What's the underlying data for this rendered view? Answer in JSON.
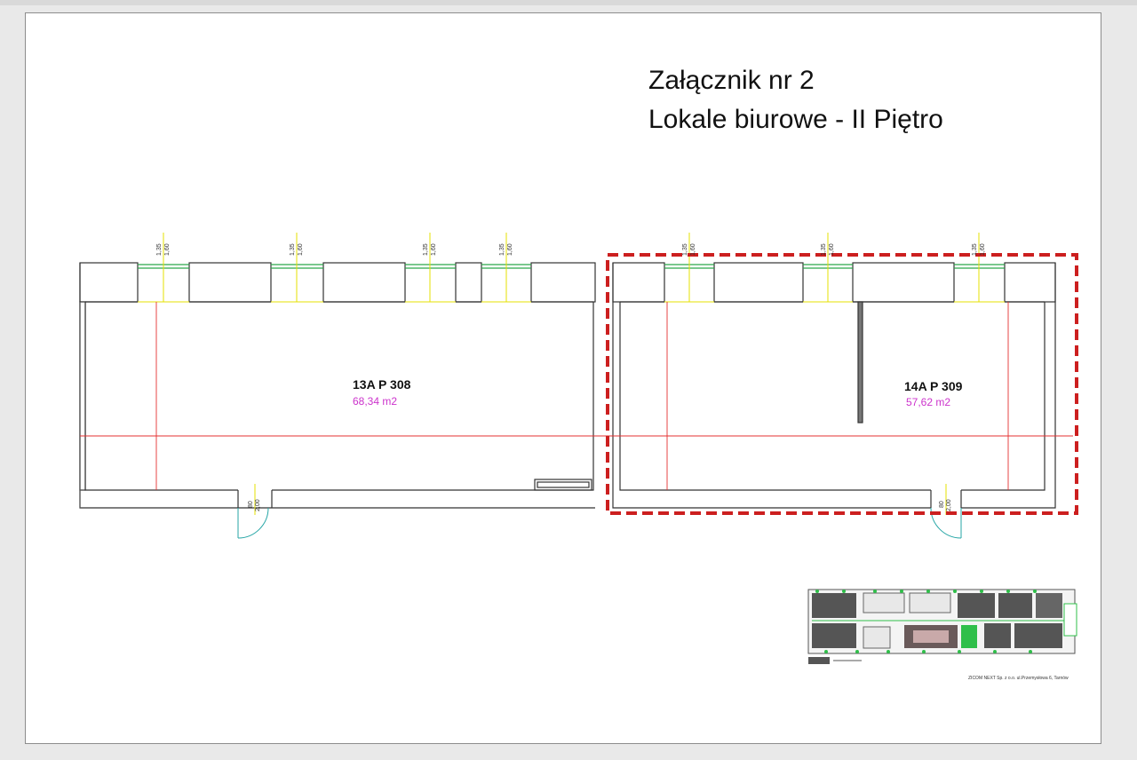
{
  "page": {
    "title_line1": "Załącznik nr 2",
    "title_line2": "Lokale biurowe - II Piętro"
  },
  "rooms": [
    {
      "code": "13A P 308",
      "area": "68,34 m2"
    },
    {
      "code": "14A P 309",
      "area": "57,62 m2"
    }
  ],
  "window_labels": [
    "1,35",
    "1,60"
  ],
  "door_labels": [
    "80",
    "2,00"
  ],
  "keyplan": {
    "caption": "ZICOM NEXT Sp. z o.o. ul.Przemysłowa 6, Tarnów"
  },
  "colors": {
    "room_code": "#111111",
    "area_text": "#cc33cc",
    "red_line": "#e53030",
    "highlight_dash": "#cc1f1f",
    "window_green": "#2aa84a",
    "yellow_line": "#e6e000",
    "door_cyan": "#26a6a6"
  }
}
